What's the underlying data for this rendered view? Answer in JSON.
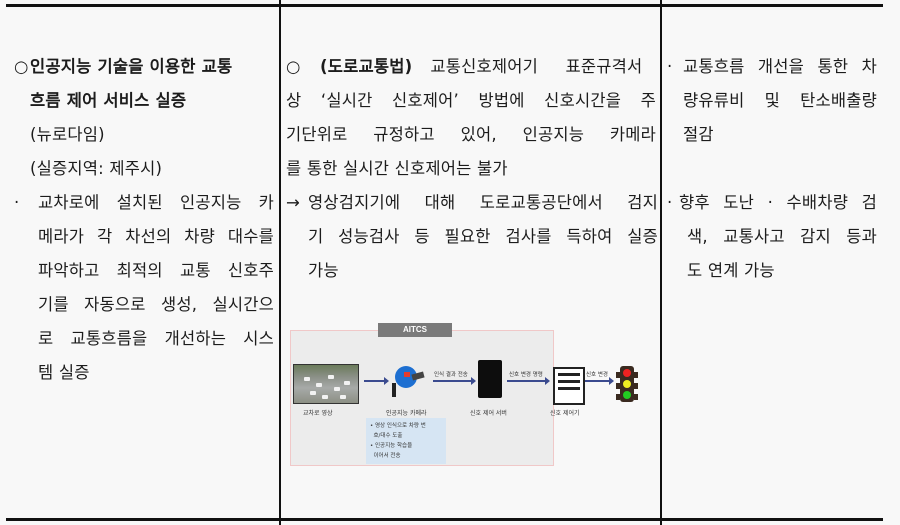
{
  "table": {
    "col1": {
      "title_marker": "○",
      "title_line1": "인공지능 기술을 이용한 교통",
      "title_line2": "흐름 제어 서비스 실증",
      "company": "(뉴로다임)",
      "region": "(실증지역: 제주시)",
      "bullet_marker": "·",
      "desc_lines": [
        "교차로에 설치된 인공지능 카",
        "메라가 각 차선의 차량 대수를",
        "파악하고 최적의 교통 신호주",
        "기를 자동으로 생성, 실시간으",
        "로 교통흐름을 개선하는 시스",
        "템 실증"
      ]
    },
    "col2": {
      "marker": "○",
      "law_label": "(도로교통법)",
      "line1_rest": "교통신호제어기 표준규격서",
      "lines": [
        "상 ‘실시간 신호제어’ 방법에 신호시간을 주",
        "기단위로 규정하고 있어, 인공지능 카메라",
        "를 통한 실시간 신호제어는 불가"
      ],
      "arrow_marker": "→",
      "result_lines": [
        "영상검지기에 대해 도로교통공단에서 검지",
        "기 성능검사 등 필요한 검사를 득하여 실증",
        "가능"
      ]
    },
    "col3": {
      "bullet_marker": "·",
      "effect1_lines": [
        "교통흐름 개선을 통한 차",
        "량유류비 및 탄소배출량",
        "절감"
      ],
      "effect2_lines": [
        "향후 도난 · 수배차량 검",
        "색, 교통사고 감지 등과",
        "도 연계 가능"
      ]
    }
  },
  "diagram": {
    "title": "AITCS",
    "nodes": {
      "video": "교차로 영상",
      "camera": "인공지능 카메라",
      "server": "신호 제어 서버",
      "controller": "신호 제어기"
    },
    "arrows": {
      "to_server": "인식 결과 전송",
      "to_controller": "신호 변경 명령",
      "to_light": "신호 변경"
    },
    "notes": [
      "• 영상 인식으로 차량 번",
      "  호/대수 도출",
      "• 인공지능 학습을",
      "  이어서 전송"
    ],
    "colors": {
      "camera": "#1d6fd1",
      "arrow": "#3b4b8f",
      "note_bg": "#d6e5f3",
      "title_bg": "#7a7a7a"
    }
  }
}
